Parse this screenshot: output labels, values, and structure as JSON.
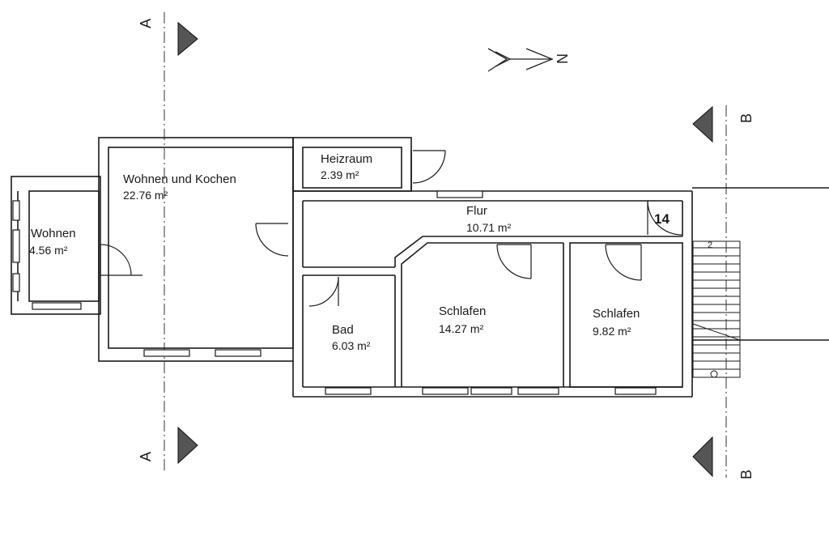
{
  "plan": {
    "north_label": "N",
    "section_a_label": "A",
    "section_b_label": "B",
    "stair_number": "14",
    "stair_mark": "2",
    "rooms": [
      {
        "name": "Wohnen und Kochen",
        "area": "22.76 m²"
      },
      {
        "name": "Heizraum",
        "area": "2.39 m²"
      },
      {
        "name": "Flur",
        "area": "10.71 m²"
      },
      {
        "name": "Wohnen",
        "area": "4.56 m²"
      },
      {
        "name": "Bad",
        "area": "6.03 m²"
      },
      {
        "name": "Schlafen",
        "area": "14.27 m²"
      },
      {
        "name": "Schlafen",
        "area": "9.82 m²"
      }
    ]
  }
}
